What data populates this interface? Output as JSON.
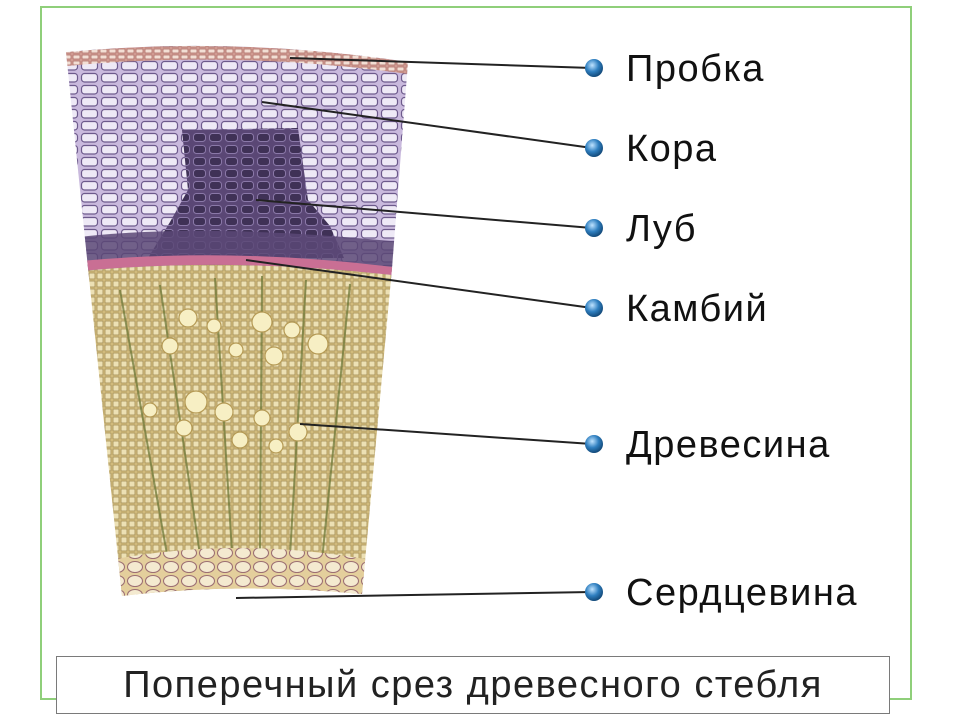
{
  "labels": {
    "cork": "Пробка",
    "bark": "Кора",
    "phloem": "Луб",
    "cambium": "Камбий",
    "wood": "Древесина",
    "pith": "Сердцевина"
  },
  "caption": "Поперечный срез древесного стебля",
  "colors": {
    "frame": "#8fcf7a",
    "cork": "#c98a86",
    "bark": "#c7b6dc",
    "phloem": "#5d4a79",
    "cambium": "#c96f94",
    "wood": "#dcc889",
    "pith": "#ead7a6",
    "marker": "#2f7fc0"
  }
}
